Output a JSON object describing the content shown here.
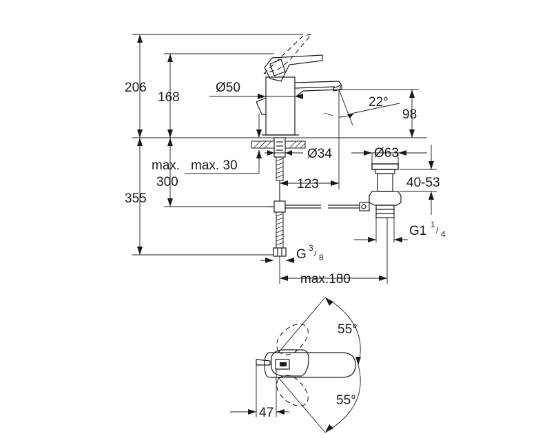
{
  "dimensions": {
    "total_height": "206",
    "handle_height": "168",
    "body_diameter": "Ø50",
    "spout_angle": "22°",
    "spout_height": "98",
    "hole_diameter": "Ø34",
    "max_label_1": "max.",
    "max_label_2": "max. 30",
    "depth_300": "300",
    "reach_123": "123",
    "waste_diameter": "Ø63",
    "waste_range": "40-53",
    "below_355": "355",
    "waste_thread": "G1",
    "waste_thread_num": "1",
    "waste_thread_den": "4",
    "supply_thread": "G",
    "supply_thread_num": "3",
    "supply_thread_den": "8",
    "max_180": "max.180",
    "rotation_upper": "55°",
    "rotation_lower": "55°",
    "handle_offset": "47"
  }
}
